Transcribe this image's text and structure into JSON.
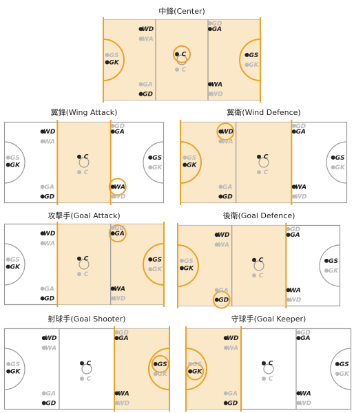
{
  "colors": {
    "court_fill": "#ffffff",
    "zone_fill": "#fbe8c8",
    "court_line": "#999999",
    "highlight": "#f0a020",
    "player_dark": "#222222",
    "player_faded": "#bbbbbb"
  },
  "positions": {
    "GK": "GK",
    "GD": "GD",
    "WD": "WD",
    "C": "C",
    "WA": "WA",
    "GA": "GA",
    "GS": "GS"
  },
  "panels": [
    {
      "id": "center",
      "title": "中鋒(Center)",
      "zone": [
        0,
        3
      ],
      "focus": "C",
      "ring_pos": "mid"
    },
    {
      "id": "wing-attack",
      "title": "翼鋒(Wing Attack)",
      "zone": [
        1,
        2
      ],
      "focus": "WA",
      "ring_pos": "bottom-right"
    },
    {
      "id": "wing-defence",
      "title": "翼衛(Wind Defence)",
      "zone": [
        0,
        2
      ],
      "focus": "WD",
      "ring_pos": "top-left"
    },
    {
      "id": "goal-attack",
      "title": "攻擊手(Goal Attack)",
      "zone": [
        1,
        3
      ],
      "focus": "GA",
      "ring_pos": "top-right"
    },
    {
      "id": "goal-defence",
      "title": "後衛(Goal Defence)",
      "zone": [
        0,
        2
      ],
      "focus": "GD",
      "ring_pos": "bottom-left"
    },
    {
      "id": "goal-shooter",
      "title": "射球手(Goal Shooter)",
      "zone": [
        2,
        3
      ],
      "focus": "GS",
      "ring_pos": "right-circle"
    },
    {
      "id": "goal-keeper",
      "title": "守球手(Goal Keeper)",
      "zone": [
        0,
        1
      ],
      "focus": "GK",
      "ring_pos": "left-circle"
    }
  ]
}
